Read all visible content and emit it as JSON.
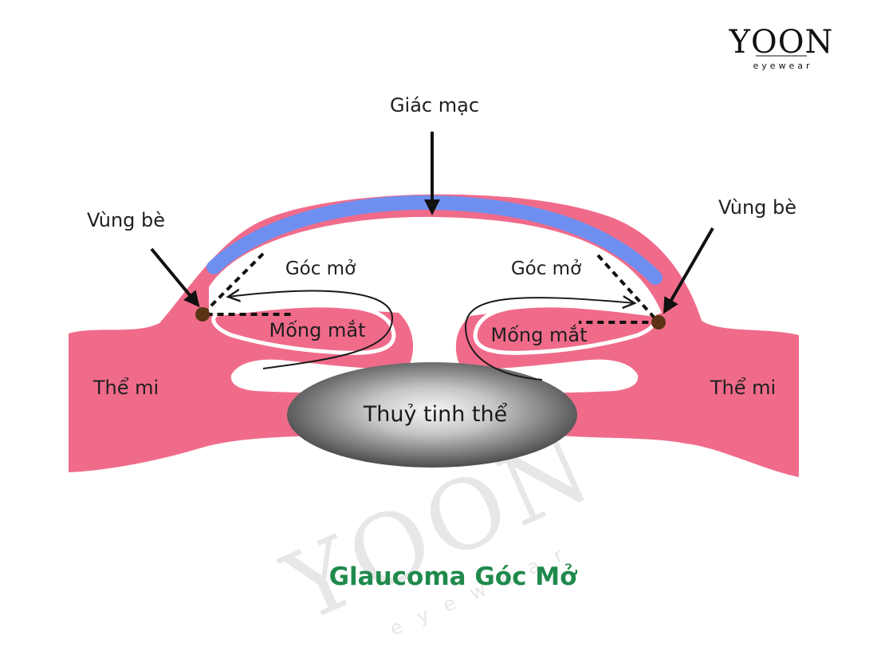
{
  "logo": {
    "brand": "YOON",
    "tagline": "eyewear"
  },
  "labels": {
    "cornea": "Giác mạc",
    "trabecular_left": "Vùng bè",
    "trabecular_right": "Vùng bè",
    "open_angle_left": "Góc mở",
    "open_angle_right": "Góc mở",
    "iris_left": "Mống mắt",
    "iris_right": "Mống mắt",
    "ciliary_left": "Thể mi",
    "ciliary_right": "Thể mi",
    "lens": "Thuỷ tinh thể"
  },
  "title": "Glaucoma Góc Mở",
  "colors": {
    "tissue": "#f06b8a",
    "cornea_inner": "#6f8ff0",
    "lens_dark": "#4e4e50",
    "lens_light": "#f4f4f4",
    "trabecular_mesh": "#5a3414",
    "title": "#1f8a4c"
  },
  "icons": {
    "logo": "yoon-eyewear-logo",
    "watermark": "yoon-watermark"
  }
}
